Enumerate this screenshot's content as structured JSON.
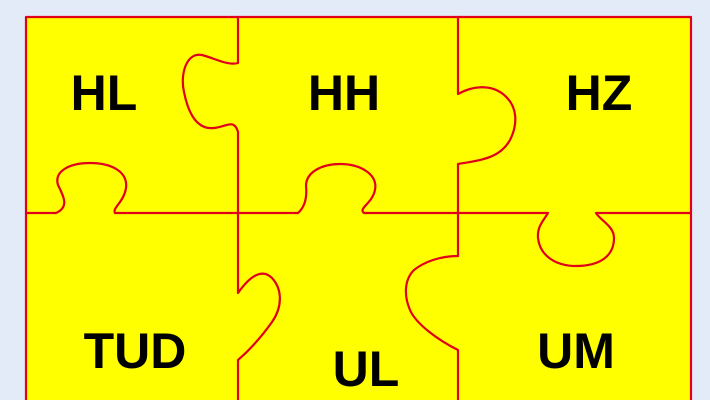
{
  "colors": {
    "background": "#e3ebf8",
    "piece_fill": "#ffff00",
    "outline": "#e0001a",
    "label": "#000000"
  },
  "puzzle": {
    "pieces": [
      {
        "id": "hl",
        "label": "HL"
      },
      {
        "id": "hh",
        "label": "HH"
      },
      {
        "id": "hz",
        "label": "HZ"
      },
      {
        "id": "tud",
        "label": "TUD"
      },
      {
        "id": "ul",
        "label": "UL"
      },
      {
        "id": "um",
        "label": "UM"
      }
    ]
  }
}
